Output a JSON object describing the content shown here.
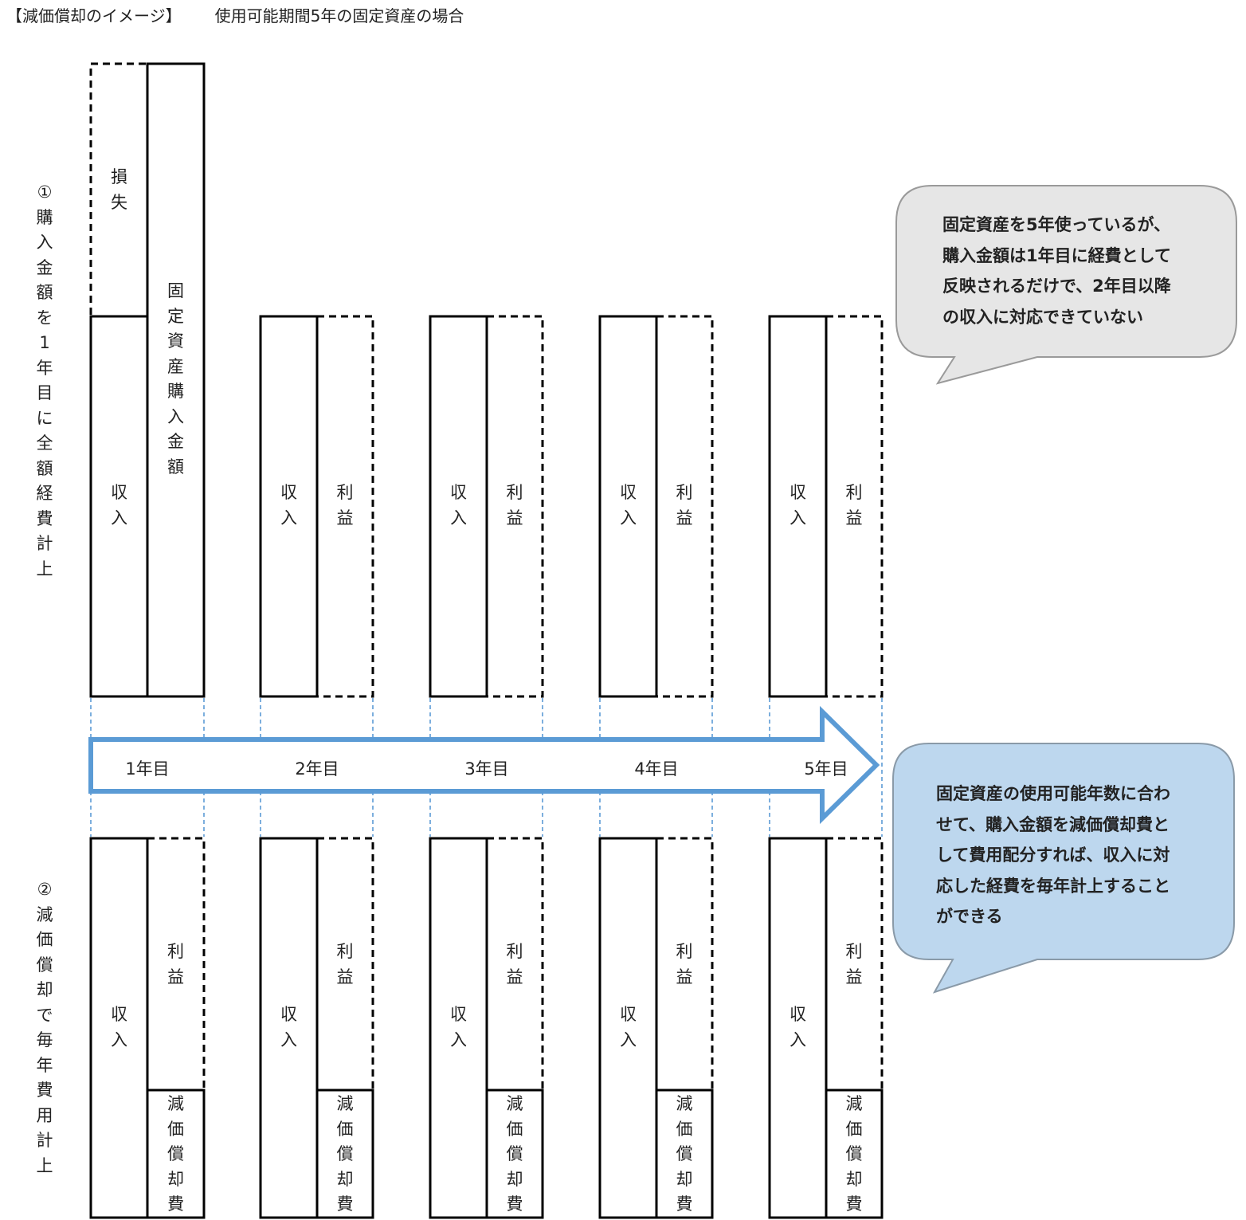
{
  "title": "【減価償却のイメージ】",
  "subtitle": "使用可能期間5年の固定資産の場合",
  "method1": {
    "label": "①購入金額を1年目に全額経費計上"
  },
  "method2": {
    "label": "②減価償却で毎年費用計上"
  },
  "labels": {
    "loss": "損失",
    "income": "収入",
    "profit": "利益",
    "asset_purchase": "固定資産購入金額",
    "depreciation": "減価償却費"
  },
  "years": [
    "1年目",
    "2年目",
    "3年目",
    "4年目",
    "5年目"
  ],
  "callout1": {
    "lines": [
      "固定資産を5年使っているが、",
      "購入金額は1年目に経費として",
      "反映されるだけで、2年目以降",
      "の収入に対応できていない"
    ],
    "fill": "#e6e6e6"
  },
  "callout2": {
    "lines": [
      "固定資産の使用可能年数に合わ",
      "せて、購入金額を減価償却費と",
      "して費用配分すれば、収入に対",
      "応した経費を毎年計上すること",
      "ができる"
    ],
    "fill": "#bdd7ee"
  },
  "colors": {
    "arrow": "#5b9bd5",
    "guide": "#5b9bd5",
    "box": "#000000"
  }
}
